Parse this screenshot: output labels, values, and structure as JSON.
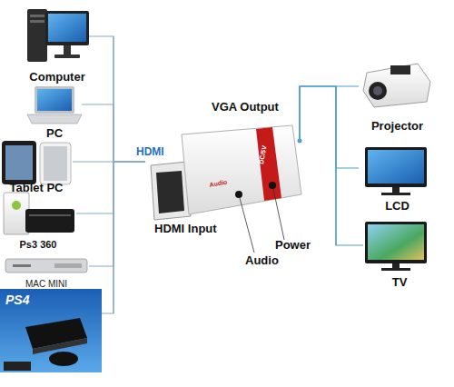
{
  "diagram": {
    "nodes": [
      {
        "text": [
          "Computer"
        ]
      },
      {
        "text": [
          "PC"
        ]
      },
      {
        "text": [
          "Tablet PC"
        ]
      },
      {
        "text": [
          "Ps3 360"
        ]
      },
      {
        "text": [
          "MAC MINI"
        ]
      },
      {
        "text": [
          "PS4"
        ]
      },
      {
        "text": [
          "Audio",
          "DC/5V"
        ]
      },
      {
        "text": [
          "Projector"
        ]
      },
      {
        "text": [
          "LCD"
        ]
      },
      {
        "text": [
          "TV"
        ]
      }
    ],
    "edges": [
      {
        "from": 0,
        "to": 6,
        "arrow": "none"
      },
      {
        "from": 1,
        "to": 6,
        "arrow": "none"
      },
      {
        "from": 2,
        "to": 6,
        "arrow": "none"
      },
      {
        "from": 3,
        "to": 6,
        "arrow": "none"
      },
      {
        "from": 4,
        "to": 6,
        "arrow": "none"
      },
      {
        "from": 5,
        "to": 6,
        "arrow": "none"
      },
      {
        "from": 6,
        "to": 7,
        "arrow": "none"
      },
      {
        "from": 6,
        "to": 8,
        "arrow": "none"
      },
      {
        "from": 6,
        "to": 9,
        "arrow": "none"
      }
    ],
    "labels": [
      "HDMI",
      "VGA Output",
      "HDMI Input",
      "Audio",
      "Power"
    ]
  }
}
